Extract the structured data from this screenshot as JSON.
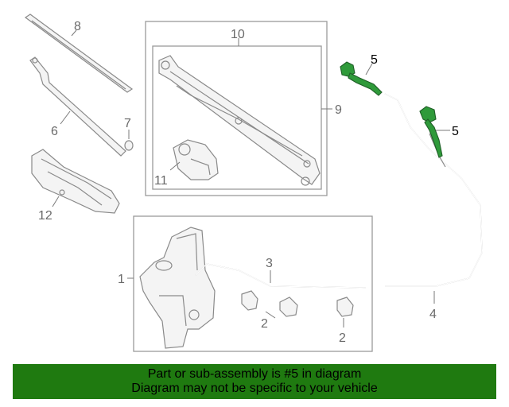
{
  "callouts": {
    "c1": "1",
    "c2a": "2",
    "c2b": "2",
    "c3": "3",
    "c4": "4",
    "c5a": "5",
    "c5b": "5",
    "c6": "6",
    "c7": "7",
    "c8": "8",
    "c9": "9",
    "c10": "10",
    "c11": "11",
    "c12": "12"
  },
  "highlight_color": "#2f9a3a",
  "banner": {
    "line1": "Part or sub-assembly is #5 in diagram",
    "line2": "Diagram may not be specific to your vehicle",
    "color": "#1f7a10"
  }
}
